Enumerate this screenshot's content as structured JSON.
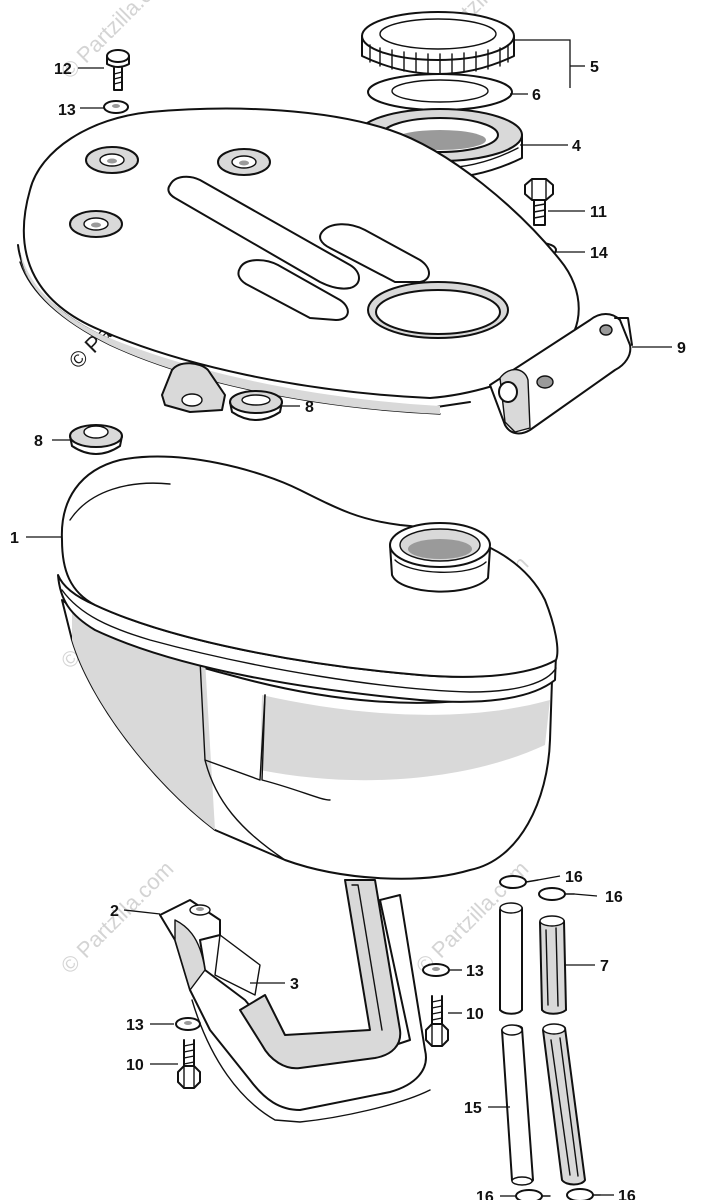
{
  "watermark": {
    "main_text": "© Partzilla.com",
    "faded_text": "© Partzilla.com"
  },
  "callouts": [
    {
      "id": "c12a",
      "text": "12"
    },
    {
      "id": "c13a",
      "text": "13"
    },
    {
      "id": "c5",
      "text": "5"
    },
    {
      "id": "c6",
      "text": "6"
    },
    {
      "id": "c4",
      "text": "4"
    },
    {
      "id": "c11",
      "text": "11"
    },
    {
      "id": "c14",
      "text": "14"
    },
    {
      "id": "c9",
      "text": "9"
    },
    {
      "id": "c8a",
      "text": "8"
    },
    {
      "id": "c8b",
      "text": "8"
    },
    {
      "id": "c1",
      "text": "1"
    },
    {
      "id": "c16a",
      "text": "16"
    },
    {
      "id": "c16b",
      "text": "16"
    },
    {
      "id": "c2",
      "text": "2"
    },
    {
      "id": "c7",
      "text": "7"
    },
    {
      "id": "c3",
      "text": "3"
    },
    {
      "id": "c13b",
      "text": "13"
    },
    {
      "id": "c10a",
      "text": "10"
    },
    {
      "id": "c13c",
      "text": "13"
    },
    {
      "id": "c10b",
      "text": "10"
    },
    {
      "id": "c15",
      "text": "15"
    },
    {
      "id": "c16c",
      "text": "16"
    },
    {
      "id": "c16d",
      "text": "16"
    }
  ]
}
